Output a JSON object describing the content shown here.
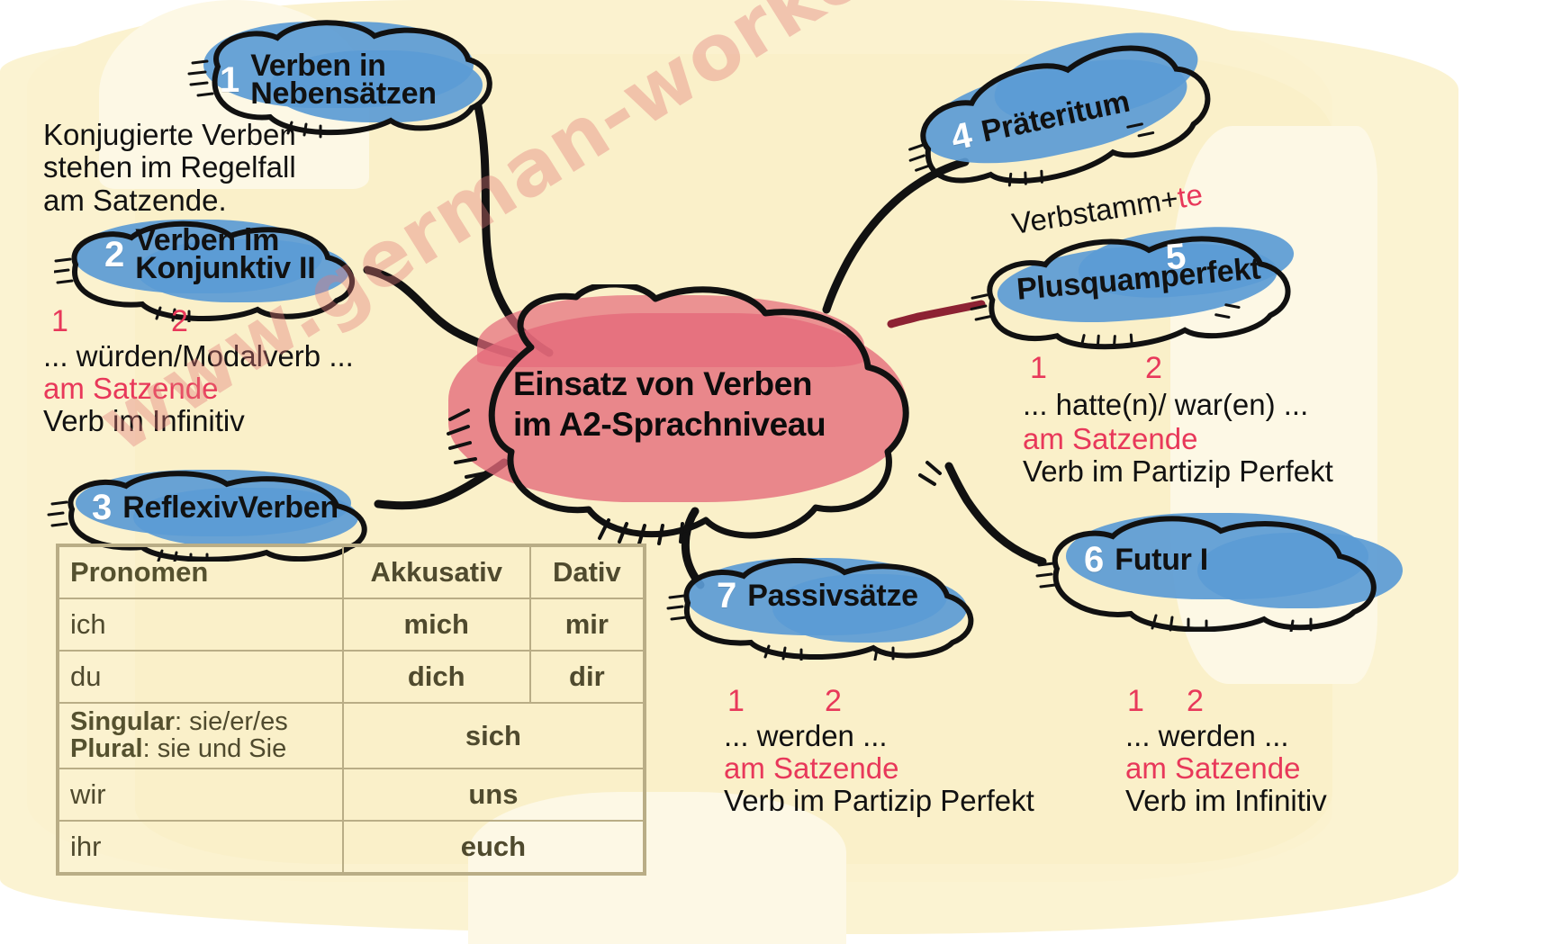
{
  "title": "Einsatz von Verben im A2-Sprachniveau Mindmap",
  "watermark": "www.german-workout.com",
  "colors": {
    "background": "#faf0c9",
    "node_blue": "#5b9bd5",
    "center_red": "#e4697a",
    "accent_red": "#e8385a",
    "ink": "#111111",
    "table_border": "#b9ad86",
    "table_text": "#4f4a2e"
  },
  "center": {
    "text": "Einsatz von Verben\nim A2-Sprachniveau"
  },
  "nodes": [
    {
      "num": "1",
      "title": "Verben in\nNebensätzen"
    },
    {
      "num": "2",
      "title": "Verben  im\nKonjunktiv II"
    },
    {
      "num": "3",
      "title": "ReflexivVerben"
    },
    {
      "num": "4",
      "title": "Präteritum"
    },
    {
      "num": "5",
      "title": "Plusquamperfekt"
    },
    {
      "num": "6",
      "title": "Futur I"
    },
    {
      "num": "7",
      "title": "Passivsätze"
    }
  ],
  "notes": {
    "note1": "Konjugierte Verben\nstehen im Regelfall\nam Satzende.",
    "note2": {
      "markers": {
        "one": "1",
        "two": "2"
      },
      "line1": "... würden/Modalverb ...",
      "line2_red": "am Satzende",
      "line3": "Verb im Infinitiv"
    },
    "note4": {
      "stem": "Verbstamm+",
      "suffix_red": "te"
    },
    "note5": {
      "markers": {
        "one": "1",
        "two": "2"
      },
      "line1": "... hatte(n)/ war(en) ...",
      "line2_red": "am Satzende",
      "line3": "Verb im Partizip Perfekt"
    },
    "note6": {
      "markers": {
        "one": "1",
        "two": "2"
      },
      "line1": "... werden ...",
      "line2_red": "am Satzende",
      "line3": "Verb im Infinitiv"
    },
    "note7": {
      "markers": {
        "one": "1",
        "two": "2"
      },
      "line1": "...    werden ...",
      "line2_red": "am Satzende",
      "line3": "Verb im Partizip Perfekt"
    }
  },
  "pronoun_table": {
    "headers": [
      "Pronomen",
      "Akkusativ",
      "Dativ"
    ],
    "rows": [
      {
        "pronoun": "ich",
        "akkusativ": "mich",
        "dativ": "mir",
        "merged": false
      },
      {
        "pronoun": "du",
        "akkusativ": "dich",
        "dativ": "dir",
        "merged": false
      },
      {
        "pronoun_rich": {
          "sg_label": "Singular",
          "sg_value": ": sie/er/es",
          "pl_label": "Plural",
          "pl_value": ": sie und Sie"
        },
        "value": "sich",
        "merged": true
      },
      {
        "pronoun": "wir",
        "value": "uns",
        "merged": true
      },
      {
        "pronoun": "ihr",
        "value": "euch",
        "merged": true
      }
    ]
  }
}
